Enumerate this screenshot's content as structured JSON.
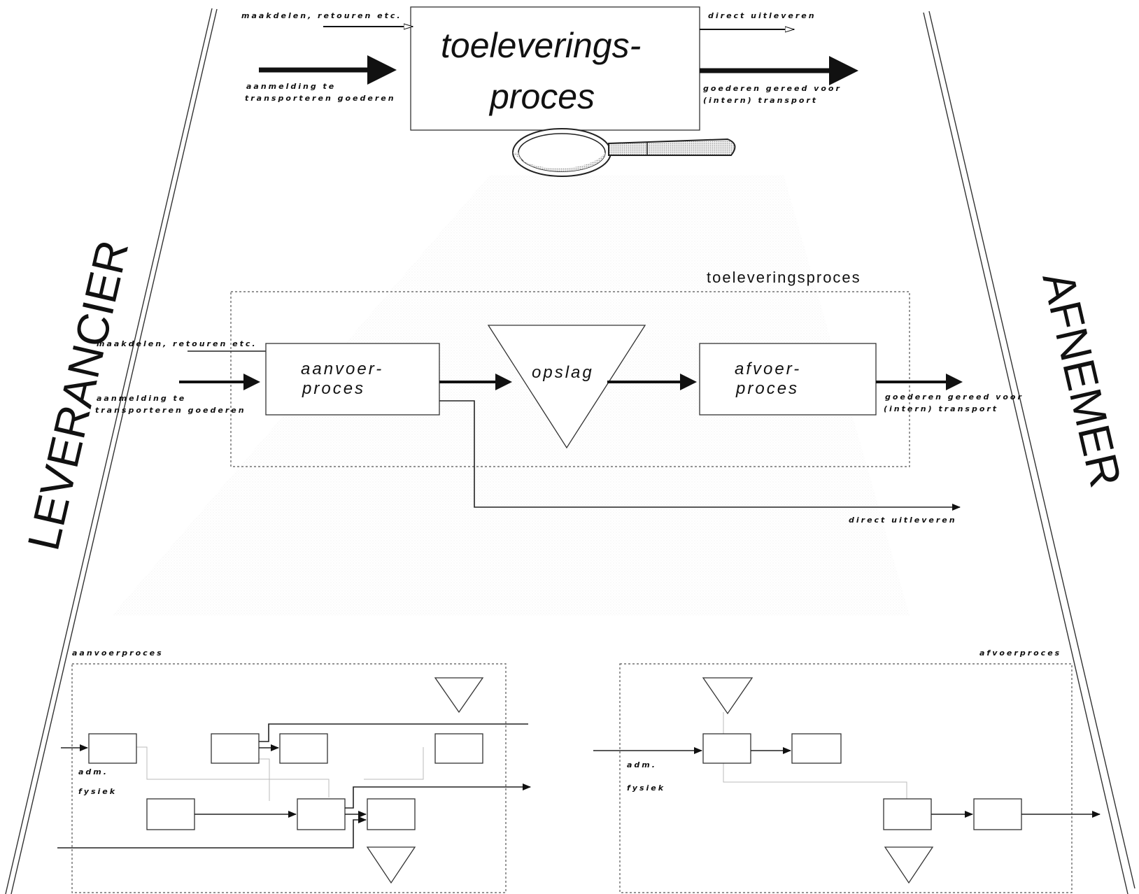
{
  "side_labels": {
    "left": "LEVERANCIER",
    "right": "AFNEMER"
  },
  "top": {
    "title_line1": "toeleverings-",
    "title_line2": "proces",
    "in_small": "maakdelen, retouren etc.",
    "in_big_line1": "aanmelding te",
    "in_big_line2": "transporteren goederen",
    "out_small": "direct uitleveren",
    "out_big_line1": "goederen gereed voor",
    "out_big_line2": "(intern) transport",
    "magnifier_icon": "magnifying-glass-icon"
  },
  "middle": {
    "frame_title": "toeleveringsproces",
    "in_small": "maakdelen, retouren etc.",
    "in_big_line1": "aanmelding te",
    "in_big_line2": "transporteren goederen",
    "aanvoer_line1": "aanvoer-",
    "aanvoer_line2": "proces",
    "opslag": "opslag",
    "afvoer_line1": "afvoer-",
    "afvoer_line2": "proces",
    "out_big_line1": "goederen gereed voor",
    "out_big_line2": "(intern) transport",
    "direct": "direct uitleveren"
  },
  "bottom_left": {
    "frame_title": "aanvoerproces",
    "adm": "adm.",
    "fysiek": "fysiek"
  },
  "bottom_right": {
    "frame_title": "afvoerproces",
    "adm": "adm.",
    "fysiek": "fysiek"
  }
}
